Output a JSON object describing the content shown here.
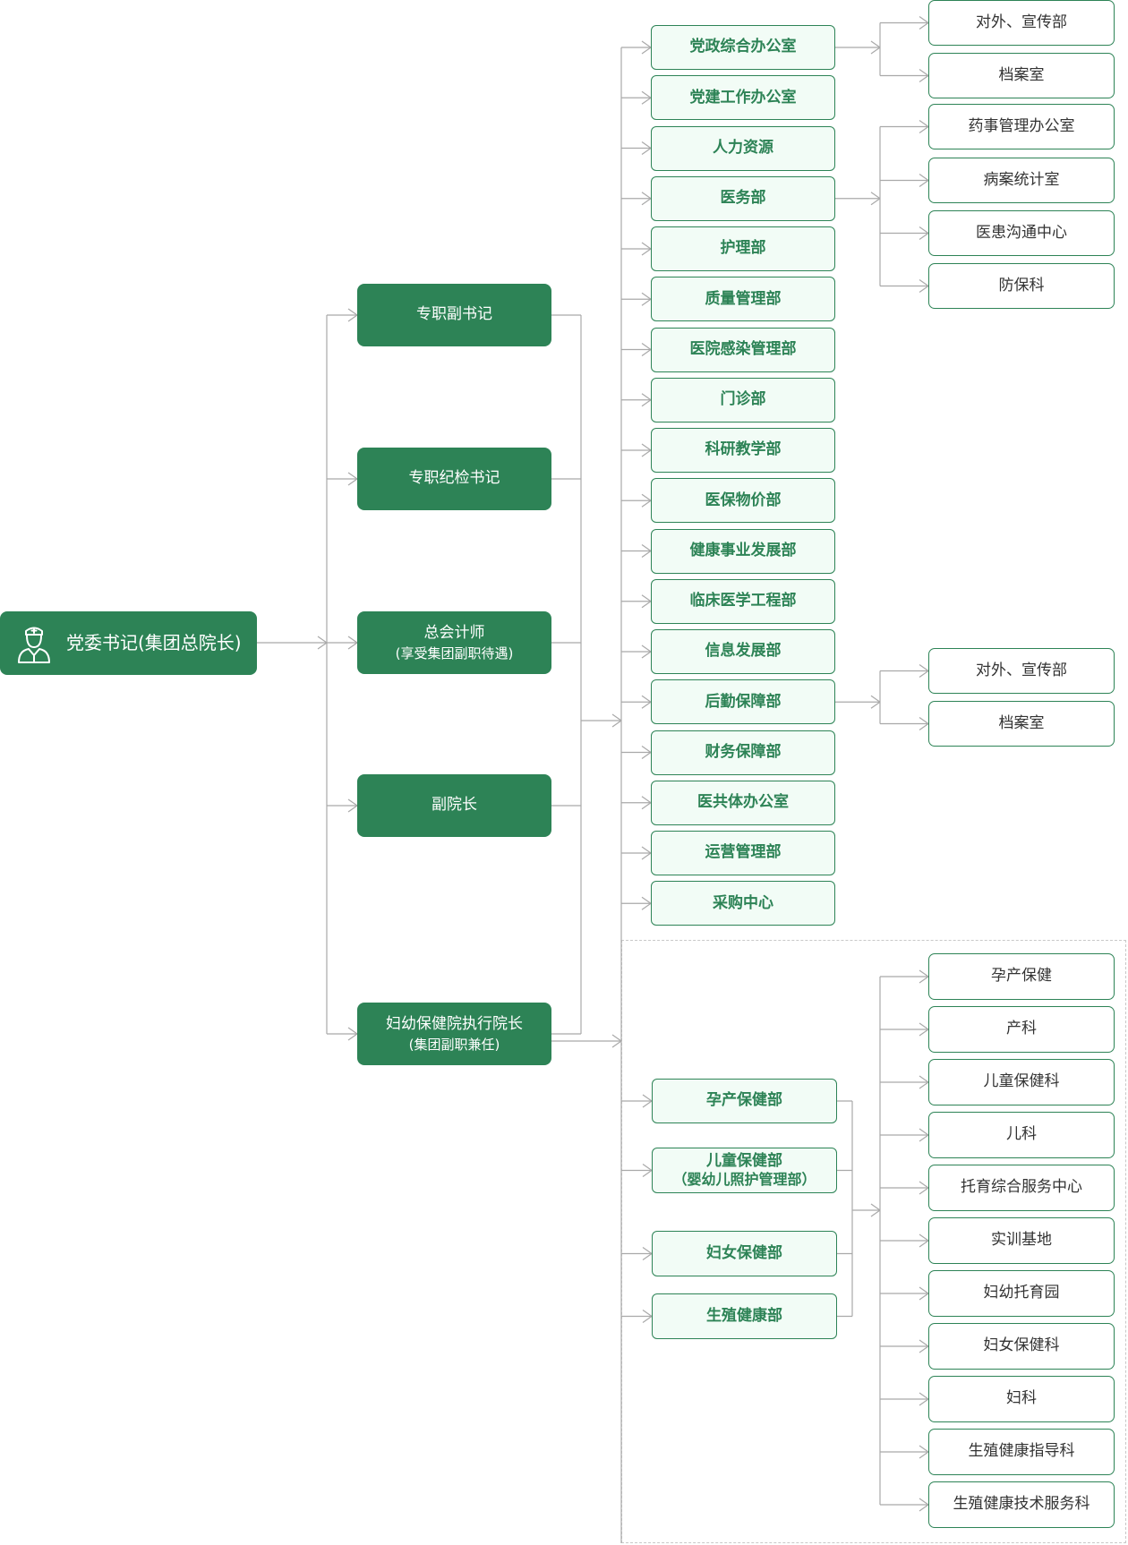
{
  "colors": {
    "primary": "#2d8356",
    "dept_fill": "#f2fcf6",
    "connector": "#a9a9a9",
    "unit_text": "#333333"
  },
  "root": {
    "label": "党委书记(集团总院长)",
    "icon": "doctor-icon"
  },
  "deputies": [
    {
      "label": "专职副书记",
      "sub": ""
    },
    {
      "label": "专职纪检书记",
      "sub": ""
    },
    {
      "label": "总会计师",
      "sub": "(享受集团副职待遇)"
    },
    {
      "label": "副院长",
      "sub": ""
    },
    {
      "label": "妇幼保健院执行院长",
      "sub": "(集团副职兼任)"
    }
  ],
  "departments": [
    "党政综合办公室",
    "党建工作办公室",
    "人力资源",
    "医务部",
    "护理部",
    "质量管理部",
    "医院感染管理部",
    "门诊部",
    "科研教学部",
    "医保物价部",
    "健康事业发展部",
    "临床医学工程部",
    "信息发展部",
    "后勤保障部",
    "财务保障部",
    "医共体办公室",
    "运营管理部",
    "采购中心"
  ],
  "dept_subunits": {
    "office": [
      "对外、宣传部",
      "档案室"
    ],
    "medical": [
      "药事管理办公室",
      "病案统计室",
      "医患沟通中心",
      "防保科"
    ],
    "logistics": [
      "对外、宣传部",
      "档案室"
    ]
  },
  "mch_departments": [
    {
      "label": "孕产保健部",
      "sub": ""
    },
    {
      "label": "儿童保健部",
      "sub": "（婴幼儿照护管理部）"
    },
    {
      "label": "妇女保健部",
      "sub": ""
    },
    {
      "label": "生殖健康部",
      "sub": ""
    }
  ],
  "mch_units": [
    "孕产保健",
    "产科",
    "儿童保健科",
    "儿科",
    "托育综合服务中心",
    "实训基地",
    "妇幼托育园",
    "妇女保健科",
    "妇科",
    "生殖健康指导科",
    "生殖健康技术服务科"
  ]
}
